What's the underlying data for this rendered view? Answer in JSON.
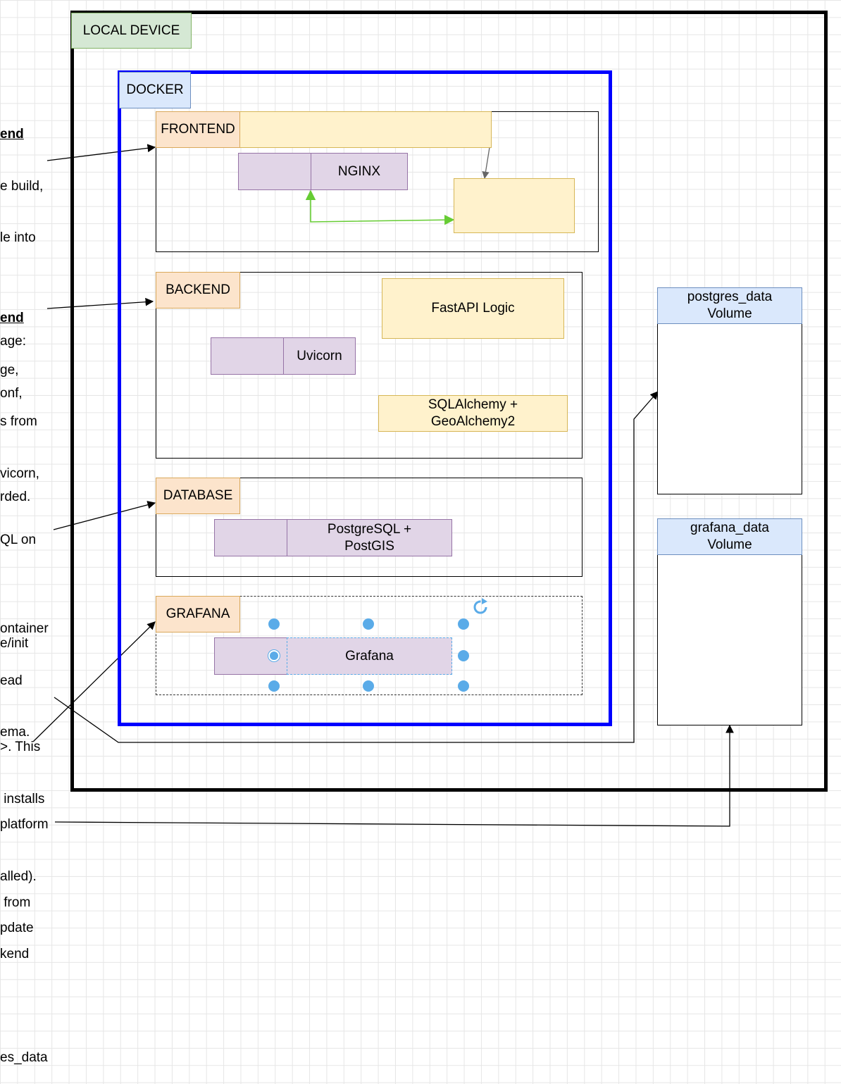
{
  "containers": {
    "local_device": "LOCAL DEVICE",
    "docker": "DOCKER"
  },
  "sections": {
    "frontend": {
      "label": "FRONTEND",
      "proxy": "NGINX"
    },
    "backend": {
      "label": "BACKEND",
      "server": "Uvicorn",
      "logic": "FastAPI Logic",
      "orm": "SQLAlchemy + GeoAlchemy2"
    },
    "database": {
      "label": "DATABASE",
      "engine": "PostgreSQL + PostGIS"
    },
    "grafana": {
      "label": "GRAFANA",
      "app": "Grafana"
    }
  },
  "volumes": {
    "postgres": "postgres_data Volume",
    "grafana": "grafana_data Volume"
  },
  "side_notes": {
    "frontend": {
      "heading": "end",
      "lines": [
        "e build,",
        "le into",
        "",
        "age:",
        "onf,",
        "",
        "rded."
      ]
    },
    "backend": {
      "heading": "end",
      "lines": [
        "ge,",
        "s from",
        "vicorn,",
        "",
        "",
        "ontainer",
        "ead",
        "ema."
      ]
    },
    "database": {
      "lines": [
        "QL on",
        "",
        "e/init",
        "",
        ">. This",
        " installs",
        "",
        " from",
        "kend",
        "",
        "es_data"
      ]
    },
    "grafana": {
      "lines": [
        "platform",
        "alled).",
        "pdate"
      ]
    }
  },
  "colors": {
    "docker_border": "#0000ff",
    "green_arrow": "#66cc33",
    "selection_handle": "#5aabe8"
  }
}
